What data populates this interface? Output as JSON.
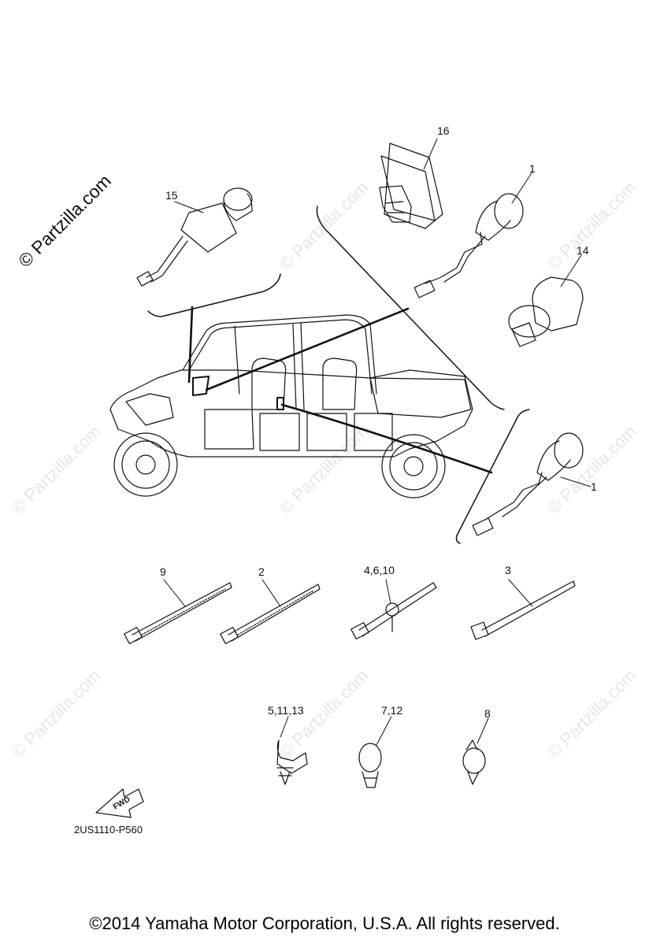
{
  "watermark": "© Partzilla.com",
  "watermark_tile": "© Partzilla.com",
  "callouts": {
    "p16": "16",
    "p1_top": "1",
    "p15": "15",
    "p14": "14",
    "p1_bottom": "1",
    "p9": "9",
    "p2": "2",
    "p4_6_10": "4,6,10",
    "p3": "3",
    "p5_11_13": "5,11,13",
    "p7_12": "7,12",
    "p8": "8"
  },
  "fwd_label": "FWD",
  "diagram_code": "2US1110-P560",
  "copyright": "©2014 Yamaha Motor Corporation, U.S.A. All rights reserved."
}
